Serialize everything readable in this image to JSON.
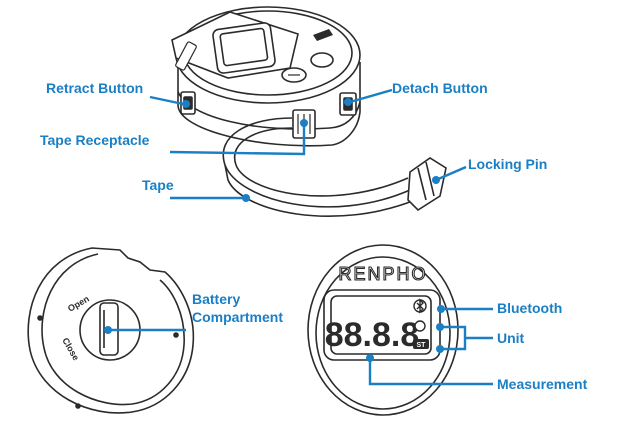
{
  "labels": {
    "retract_button": "Retract Button",
    "detach_button": "Detach Button",
    "tape_receptacle": "Tape Receptacle",
    "locking_pin": "Locking Pin",
    "tape": "Tape",
    "battery_line1": "Battery",
    "battery_line2": "Compartment",
    "bluetooth": "Bluetooth",
    "unit": "Unit",
    "measurement": "Measurement"
  },
  "device": {
    "brand": "RENPHO",
    "lcd_digits": "88.8.8",
    "unit_indicator": "ST",
    "battery_cover_open": "Open",
    "battery_cover_close": "Close"
  },
  "colors": {
    "accent": "#1a7fc4",
    "line_art": "#2b2b2b"
  }
}
